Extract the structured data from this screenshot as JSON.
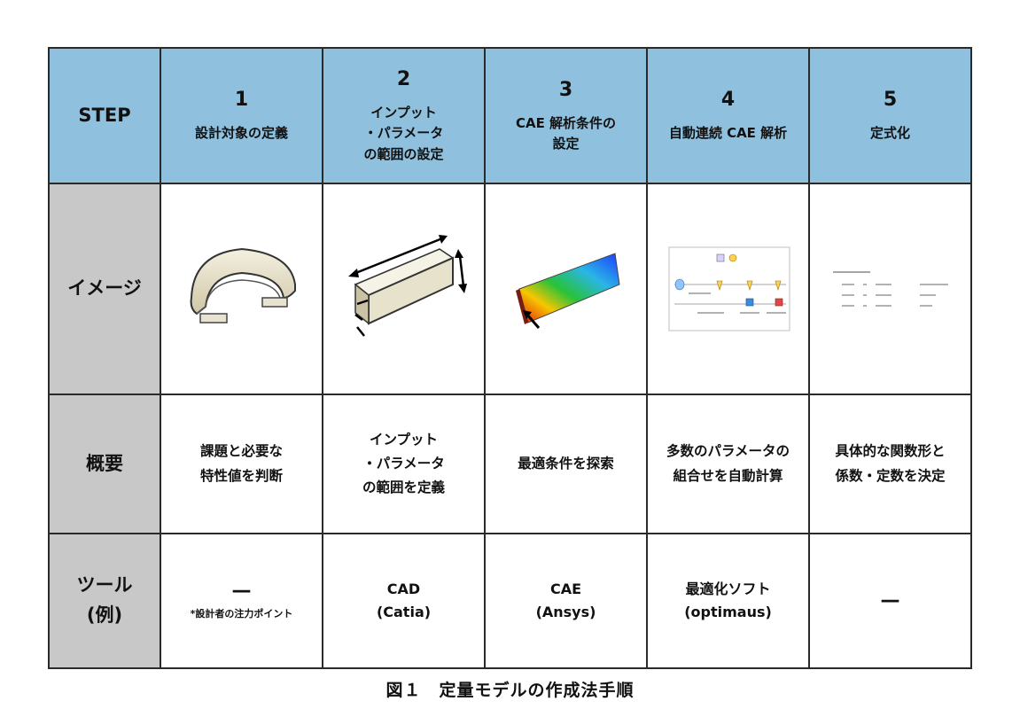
{
  "table": {
    "row_headers": {
      "step": "STEP",
      "image": "イメージ",
      "summary": "概要",
      "tool": "ツール\n(例)"
    },
    "steps": [
      {
        "number": "1",
        "title": "設計対象の定義",
        "image_icon": "curved-part-icon",
        "summary": "課題と必要な\n特性値を判断",
        "tool": "—",
        "tool_note": "*設計者の注力ポイント"
      },
      {
        "number": "2",
        "title": "インプット\n・パラメータ\nの範囲の設定",
        "image_icon": "plate-dimension-icon",
        "summary": "インプット\n・パラメータ\nの範囲を定義",
        "tool": "CAD\n(Catia)",
        "tool_note": ""
      },
      {
        "number": "3",
        "title": "CAE 解析条件の\n設定",
        "image_icon": "cae-contour-icon",
        "summary": "最適条件を探索",
        "tool": "CAE\n(Ansys)",
        "tool_note": ""
      },
      {
        "number": "4",
        "title": "自動連続 CAE 解析",
        "image_icon": "workflow-diagram-icon",
        "summary": "多数のパラメータの\n組合せを自動計算",
        "tool": "最適化ソフト\n(optimaus)",
        "tool_note": ""
      },
      {
        "number": "5",
        "title": "定式化",
        "image_icon": "formula-list-icon",
        "summary": "具体的な関数形と\n係数・定数を決定",
        "tool": "—",
        "tool_note": ""
      }
    ]
  },
  "caption": "図１　定量モデルの作成法手順"
}
